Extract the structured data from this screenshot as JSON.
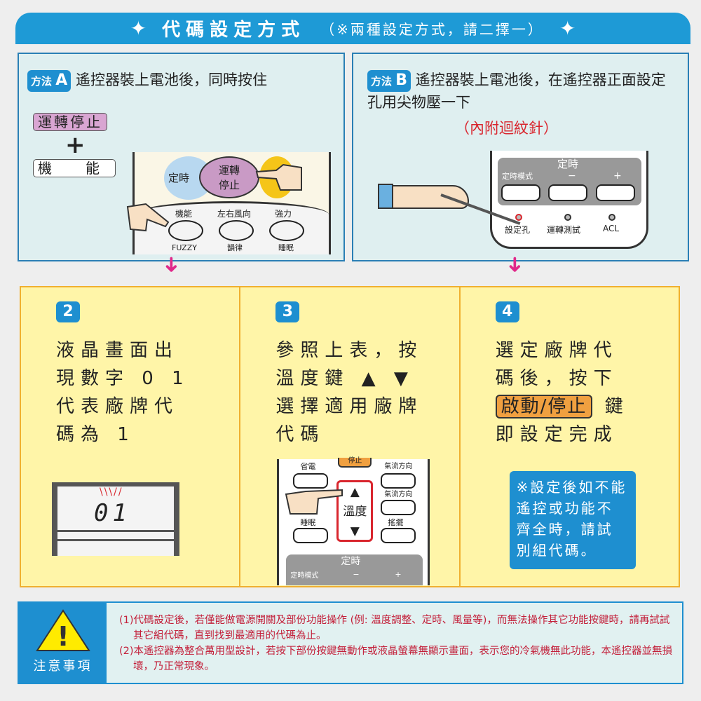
{
  "header": {
    "title": "代碼設定方式",
    "subtitle": "（※兩種設定方式，請二擇一）",
    "star_icon": "✦"
  },
  "method_a": {
    "badge_label": "方法",
    "badge_letter": "A",
    "text": "遙控器裝上電池後，同時按住",
    "key1": "運轉停止",
    "plus": "+",
    "key2": "機　能",
    "remote": {
      "timer": "定時",
      "run_stop": "運轉\n停止",
      "func": "機能",
      "swing": "左右風向",
      "power": "強力",
      "fuzzy": "FUZZY",
      "rhythm": "韻律",
      "sleep": "睡眠"
    }
  },
  "method_b": {
    "badge_label": "方法",
    "badge_letter": "B",
    "text": "遙控器裝上電池後，在遙控器正面設定孔用尖物壓一下",
    "note": "（內附迴紋針）",
    "remote": {
      "timer": "定時",
      "timer_mode": "定時模式",
      "minus": "−",
      "plus": "+",
      "set_hole": "設定孔",
      "test_run": "運轉測試",
      "acl": "ACL"
    }
  },
  "arrow_icon": "➜",
  "steps": [
    {
      "num": "2",
      "text": "液晶畫面出\n現數字 0 1\n代表廠牌代\n碼為 1",
      "lcd": "01"
    },
    {
      "num": "3",
      "text": "參照上表，按\n溫度鍵 ▲ ▼\n選擇適用廠牌\n代碼",
      "remote": {
        "stop": "停止",
        "eco": "省電",
        "airflow1": "氣流方向",
        "temp": "溫度",
        "up": "▲",
        "down": "▼",
        "airflow2": "氣流方向",
        "sleep": "睡眠",
        "swing": "搖擺",
        "timer": "定時",
        "timer_mode": "定時模式",
        "minus": "−",
        "plus": "+"
      }
    },
    {
      "num": "4",
      "line1": "選定廠牌代",
      "line2": "碼後，按下",
      "key": "啟動/停止",
      "key_suffix": "鍵",
      "line4": "即設定完成",
      "tip": "※設定後如不能遙控或功能不齊全時，請試別組代碼。"
    }
  ],
  "notice": {
    "title": "注意事項",
    "warning_icon": "!",
    "items": [
      "(1)代碼設定後，若僅能做電源開關及部份功能操作 (例: 溫度調整、定時、風量等)，而無法操作其它功能按鍵時，請再試試其它組代碼，直到找到最適用的代碼為止。",
      "(2)本遙控器為整合萬用型設計，若按下部份按鍵無動作或液晶螢幕無顯示畫面，表示您的冷氣機無此功能，本遙控器並無損壞，乃正常現象。"
    ]
  },
  "colors": {
    "blue": "#1e9ad6",
    "yellow": "#fff5a8",
    "orange": "#f0b030",
    "pink": "#e0288a",
    "red": "#d9262e",
    "light_panel": "#dfeff0"
  }
}
